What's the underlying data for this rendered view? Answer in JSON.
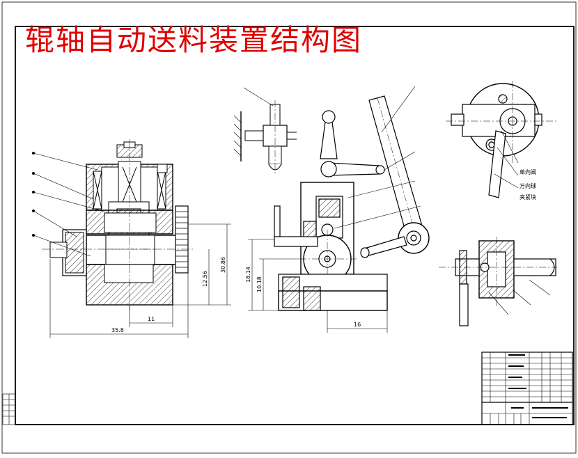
{
  "title": "辊轴自动送料装置结构图",
  "colors": {
    "ink": "#000000",
    "title": "#e00000",
    "hatch": "#000000"
  },
  "dimensions": {
    "front_width": "35.8",
    "front_offset": "11",
    "front_height_inner": "12.56",
    "front_height_outer": "30.86",
    "side_height_inner": "10.18",
    "side_height_outer": "18.14",
    "side_width": "16"
  },
  "notes": {
    "line1": "单向阀",
    "line2": "万向球",
    "line3": "夹紧块"
  }
}
